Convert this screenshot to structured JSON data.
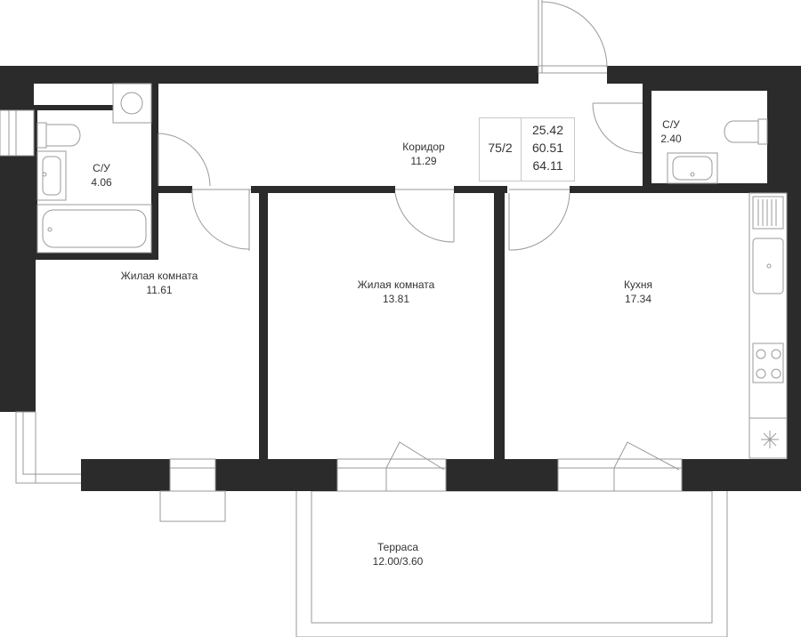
{
  "plan": {
    "apartment_code": "75/2",
    "areas": [
      "25.42",
      "60.51",
      "64.11"
    ],
    "rooms": [
      {
        "id": "wc1",
        "name": "С/У",
        "area": "4.06"
      },
      {
        "id": "corridor",
        "name": "Коридор",
        "area": "11.29"
      },
      {
        "id": "wc2",
        "name": "С/У",
        "area": "2.40"
      },
      {
        "id": "bedroom1",
        "name": "Жилая комната",
        "area": "11.61"
      },
      {
        "id": "bedroom2",
        "name": "Жилая комната",
        "area": "13.81"
      },
      {
        "id": "kitchen",
        "name": "Кухня",
        "area": "17.34"
      },
      {
        "id": "terrace",
        "name": "Терраса",
        "area": "12.00/3.60"
      }
    ]
  },
  "colors": {
    "wall": "#2b2b2b",
    "line": "#9a9a9a",
    "background": "#ffffff"
  }
}
